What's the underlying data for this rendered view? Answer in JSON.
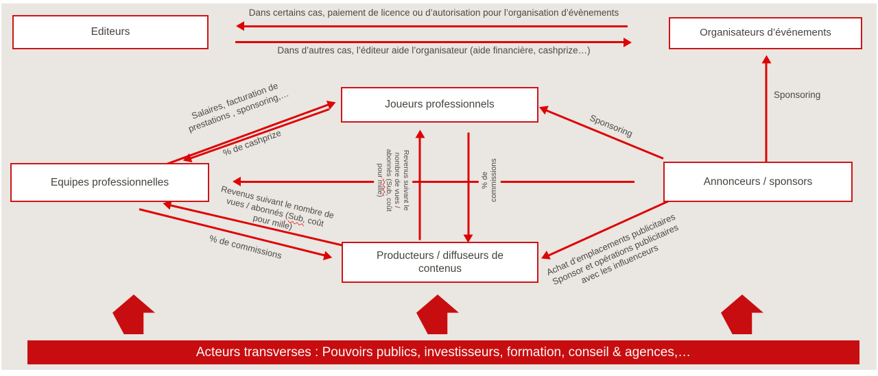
{
  "colors": {
    "bg": "#eae6e2",
    "red_line": "#dd0404",
    "red_border": "#cc1517",
    "red_solid": "#c80d10",
    "ink": "#4c4a45"
  },
  "boxes": {
    "editeurs": "Editeurs",
    "organisateurs": "Organisateurs d’événements",
    "joueurs": "Joueurs professionnels",
    "equipes": "Equipes professionnelles",
    "annonceurs": "Annonceurs / sponsors",
    "producteurs": "Producteurs / diffuseurs de\ncontenus"
  },
  "labels": {
    "licence": "Dans certains cas, paiement de licence ou d’autorisation pour l’organisation d’évènements",
    "aide": "Dans d’autres cas, l’éditeur aide l’organisateur (aide financière, cashprize…)",
    "salaires": "Salaires, facturation de\nprestations , sponsoring,…",
    "cashprize": "% de cashprize",
    "sponsoring_joueurs": "Sponsoring",
    "sponsoring_organisateurs": "Sponsoring",
    "revenus_vertical_a": "Revenus suivant le\nnombre de vues /\nabonnés ",
    "revenus_vertical_b": "(Sub,",
    "revenus_vertical_c": " coût\npour mille)",
    "commissions_vertical": "% de\ncommissions",
    "revenus_diagonal_a": "Revenus suivant le nombre de\nvues / abonnés ",
    "revenus_diagonal_b": "(Sub,",
    "revenus_diagonal_c": " coût\npour mille)",
    "commissions_diagonal": "% de commissions",
    "achat": "Achat d’emplacements publicitaires\nSponsor et opérations publicitaires\navec les influenceurs"
  },
  "banner": {
    "text": "Acteurs transverses : Pouvoirs publics, investisseurs, formation, conseil & agences,…"
  }
}
